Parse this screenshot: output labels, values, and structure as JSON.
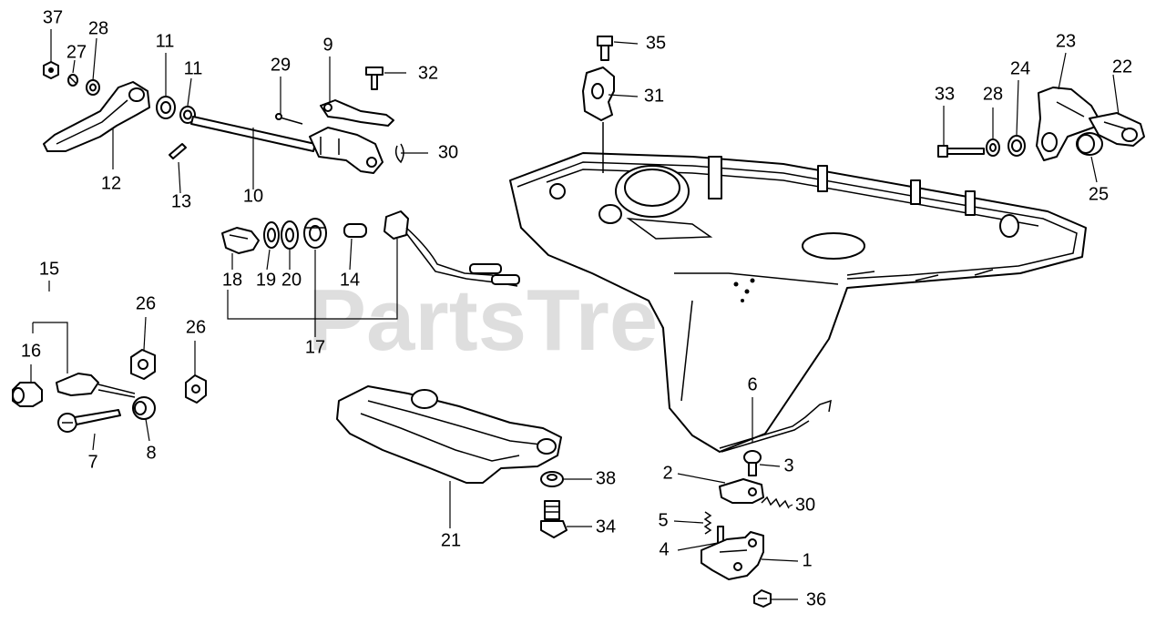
{
  "watermark": "PartsTree",
  "callouts": {
    "c37": "37",
    "c27": "27",
    "c28a": "28",
    "c11a": "11",
    "c11b": "11",
    "c12": "12",
    "c13": "13",
    "c10": "10",
    "c29": "29",
    "c9": "9",
    "c32": "32",
    "c30a": "30",
    "c35": "35",
    "c31": "31",
    "c23": "23",
    "c22": "22",
    "c33": "33",
    "c28b": "28",
    "c24": "24",
    "c25": "25",
    "c18": "18",
    "c19": "19",
    "c20": "20",
    "c14": "14",
    "c17": "17",
    "c15": "15",
    "c16": "16",
    "c26a": "26",
    "c26b": "26",
    "c7": "7",
    "c8": "8",
    "c21": "21",
    "c38": "38",
    "c34": "34",
    "c6": "6",
    "c3": "3",
    "c2": "2",
    "c30b": "30",
    "c5": "5",
    "c4": "4",
    "c1": "1",
    "c36": "36"
  }
}
